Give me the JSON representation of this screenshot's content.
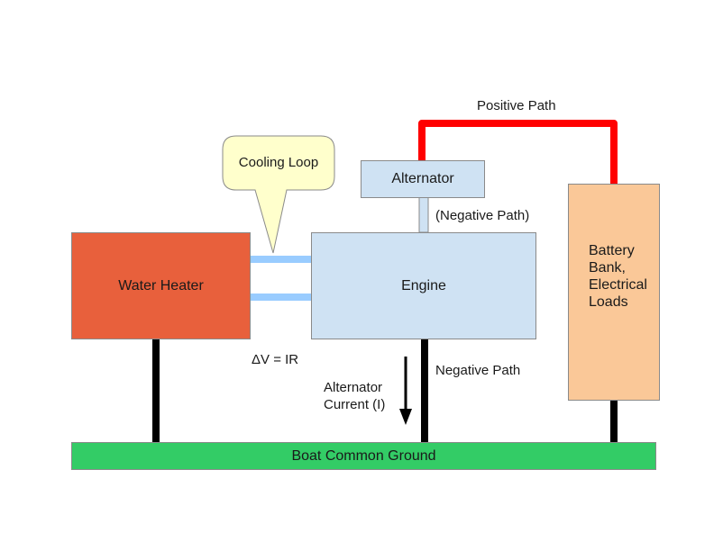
{
  "boxes": {
    "water_heater": "Water Heater",
    "engine": "Engine",
    "alternator": "Alternator",
    "battery": [
      "Battery",
      "Bank,",
      "Electrical",
      "Loads"
    ],
    "ground": "Boat Common Ground"
  },
  "callout": {
    "text": "Cooling Loop"
  },
  "labels": {
    "positive_path": "Positive Path",
    "negative_path_alt": "(Negative Path)",
    "negative_path": "Negative Path",
    "delta_v": "ΔV = IR",
    "alt_current": [
      "Alternator",
      "Current (I)"
    ]
  },
  "colors": {
    "water_heater": "#e8603c",
    "engine": "#cfe2f3",
    "alternator": "#cfe2f3",
    "battery": "#fac898",
    "ground": "#33cc66",
    "positive_wire": "#ff0000",
    "negative_wire": "#000000",
    "cooling_pipe": "#99ccff",
    "callout": "#ffffcc"
  }
}
